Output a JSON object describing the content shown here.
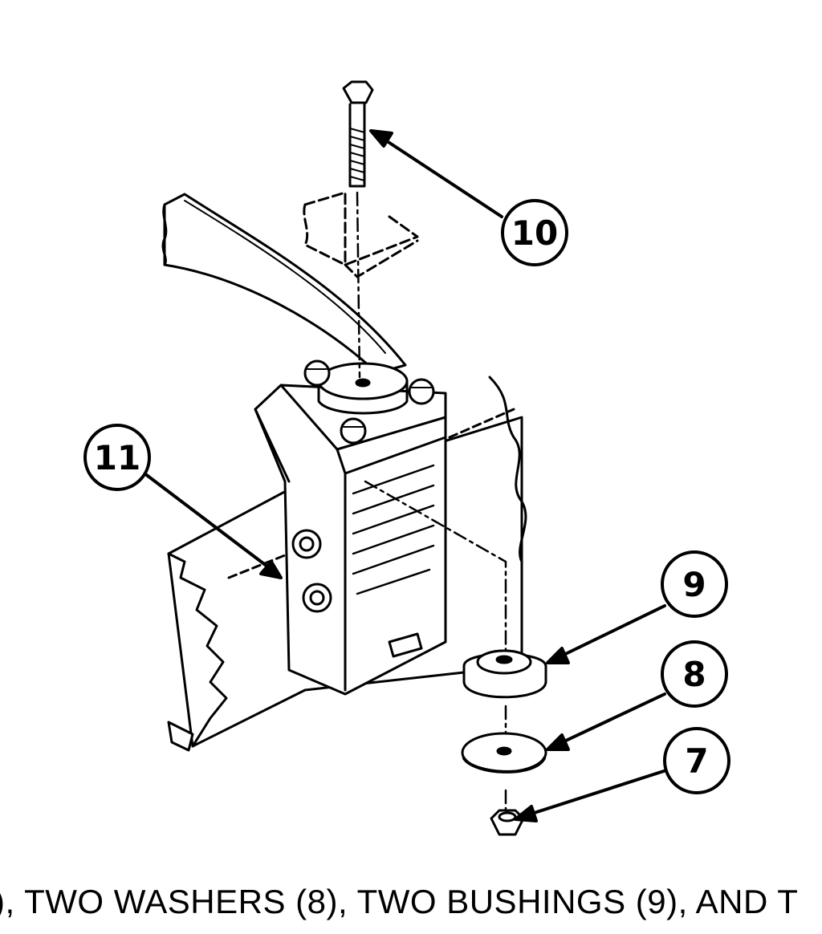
{
  "callouts": {
    "c7": "7",
    "c8": "8",
    "c9": "9",
    "c10": "10",
    "c11": "11"
  },
  "caption": "), TWO WASHERS (8), TWO BUSHINGS (9), AND T"
}
